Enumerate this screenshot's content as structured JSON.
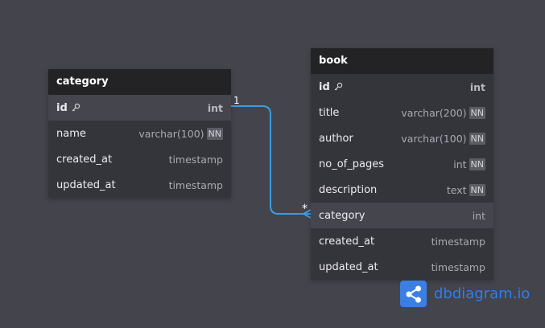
{
  "tables": [
    {
      "name": "category",
      "columns": [
        {
          "name": "id",
          "type": "int",
          "pk": true,
          "nn": false
        },
        {
          "name": "name",
          "type": "varchar(100)",
          "pk": false,
          "nn": true
        },
        {
          "name": "created_at",
          "type": "timestamp",
          "pk": false,
          "nn": false
        },
        {
          "name": "updated_at",
          "type": "timestamp",
          "pk": false,
          "nn": false
        }
      ]
    },
    {
      "name": "book",
      "columns": [
        {
          "name": "id",
          "type": "int",
          "pk": true,
          "nn": false
        },
        {
          "name": "title",
          "type": "varchar(200)",
          "pk": false,
          "nn": true
        },
        {
          "name": "author",
          "type": "varchar(100)",
          "pk": false,
          "nn": true
        },
        {
          "name": "no_of_pages",
          "type": "int",
          "pk": false,
          "nn": true
        },
        {
          "name": "description",
          "type": "text",
          "pk": false,
          "nn": true
        },
        {
          "name": "category",
          "type": "int",
          "pk": false,
          "nn": false
        },
        {
          "name": "created_at",
          "type": "timestamp",
          "pk": false,
          "nn": false
        },
        {
          "name": "updated_at",
          "type": "timestamp",
          "pk": false,
          "nn": false
        }
      ]
    }
  ],
  "nn_label": "NN",
  "relationship": {
    "from": "category.id",
    "to": "book.category",
    "from_label": "1",
    "to_label": "*",
    "color": "#3e9be0"
  },
  "brand": {
    "name": "dbdiagram",
    "suffix": ".io",
    "color": "#2e7ff0"
  },
  "colors": {
    "background": "#44444d",
    "header": "#232326",
    "body": "#34343b",
    "highlight": "#45454d",
    "logo": "#3b7fe3"
  }
}
